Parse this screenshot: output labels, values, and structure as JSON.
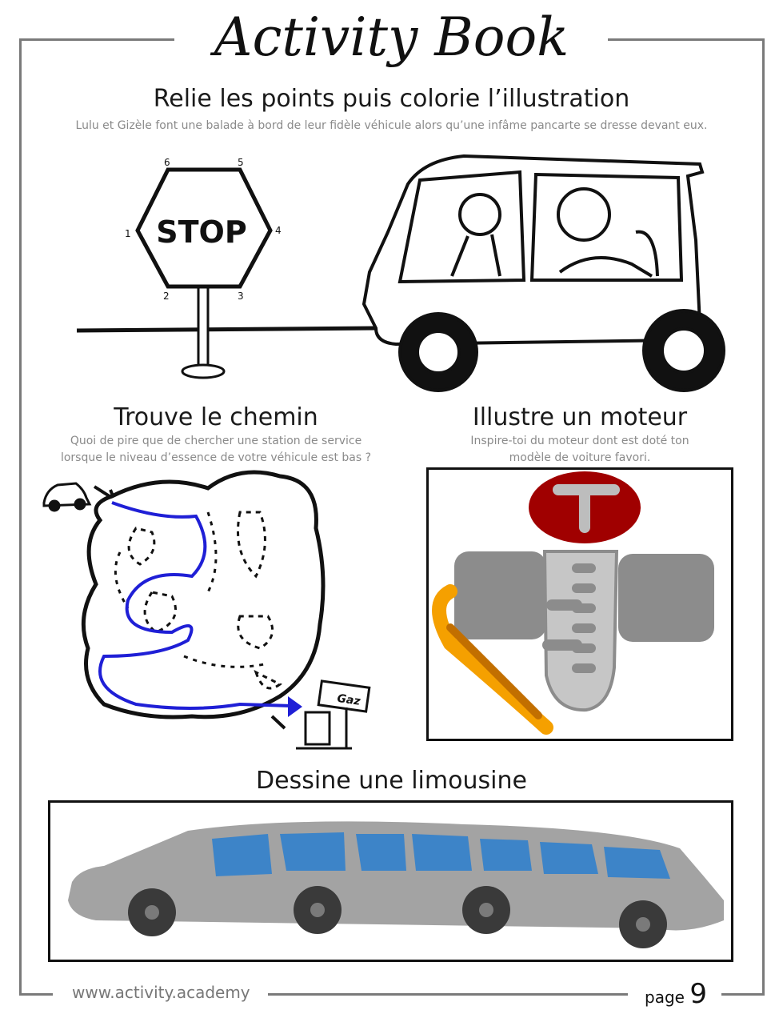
{
  "header": {
    "title": "Activity Book"
  },
  "connect_dots": {
    "title": "Relie les points puis colorie l’illustration",
    "subtitle": "Lulu et Gizèle font une balade à bord de leur fidèle véhicule alors qu’une infâme pancarte se dresse devant eux.",
    "sign_text": "STOP",
    "dot_numbers": [
      "1",
      "2",
      "3",
      "4",
      "5",
      "6"
    ]
  },
  "maze": {
    "title": "Trouve le chemin",
    "subtitle_line1": "Quoi de pire que de chercher une station de service",
    "subtitle_line2": "lorsque le niveau d’essence de votre véhicule est bas ?",
    "station_label": "Gaz"
  },
  "engine": {
    "title": "Illustre un moteur",
    "subtitle_line1": "Inspire-toi du moteur dont est doté ton",
    "subtitle_line2": "modèle de voiture favori."
  },
  "limousine": {
    "title": "Dessine une limousine"
  },
  "footer": {
    "url": "www.activity.academy",
    "page_label": "page",
    "page_number": "9"
  },
  "colors": {
    "path": "#1f1fd6",
    "engine_red": "#a00000",
    "engine_gray": "#8c8c8c",
    "hose_orange": "#f5a000",
    "limo_gray": "#a3a3a3",
    "limo_window": "#3d84c8"
  }
}
